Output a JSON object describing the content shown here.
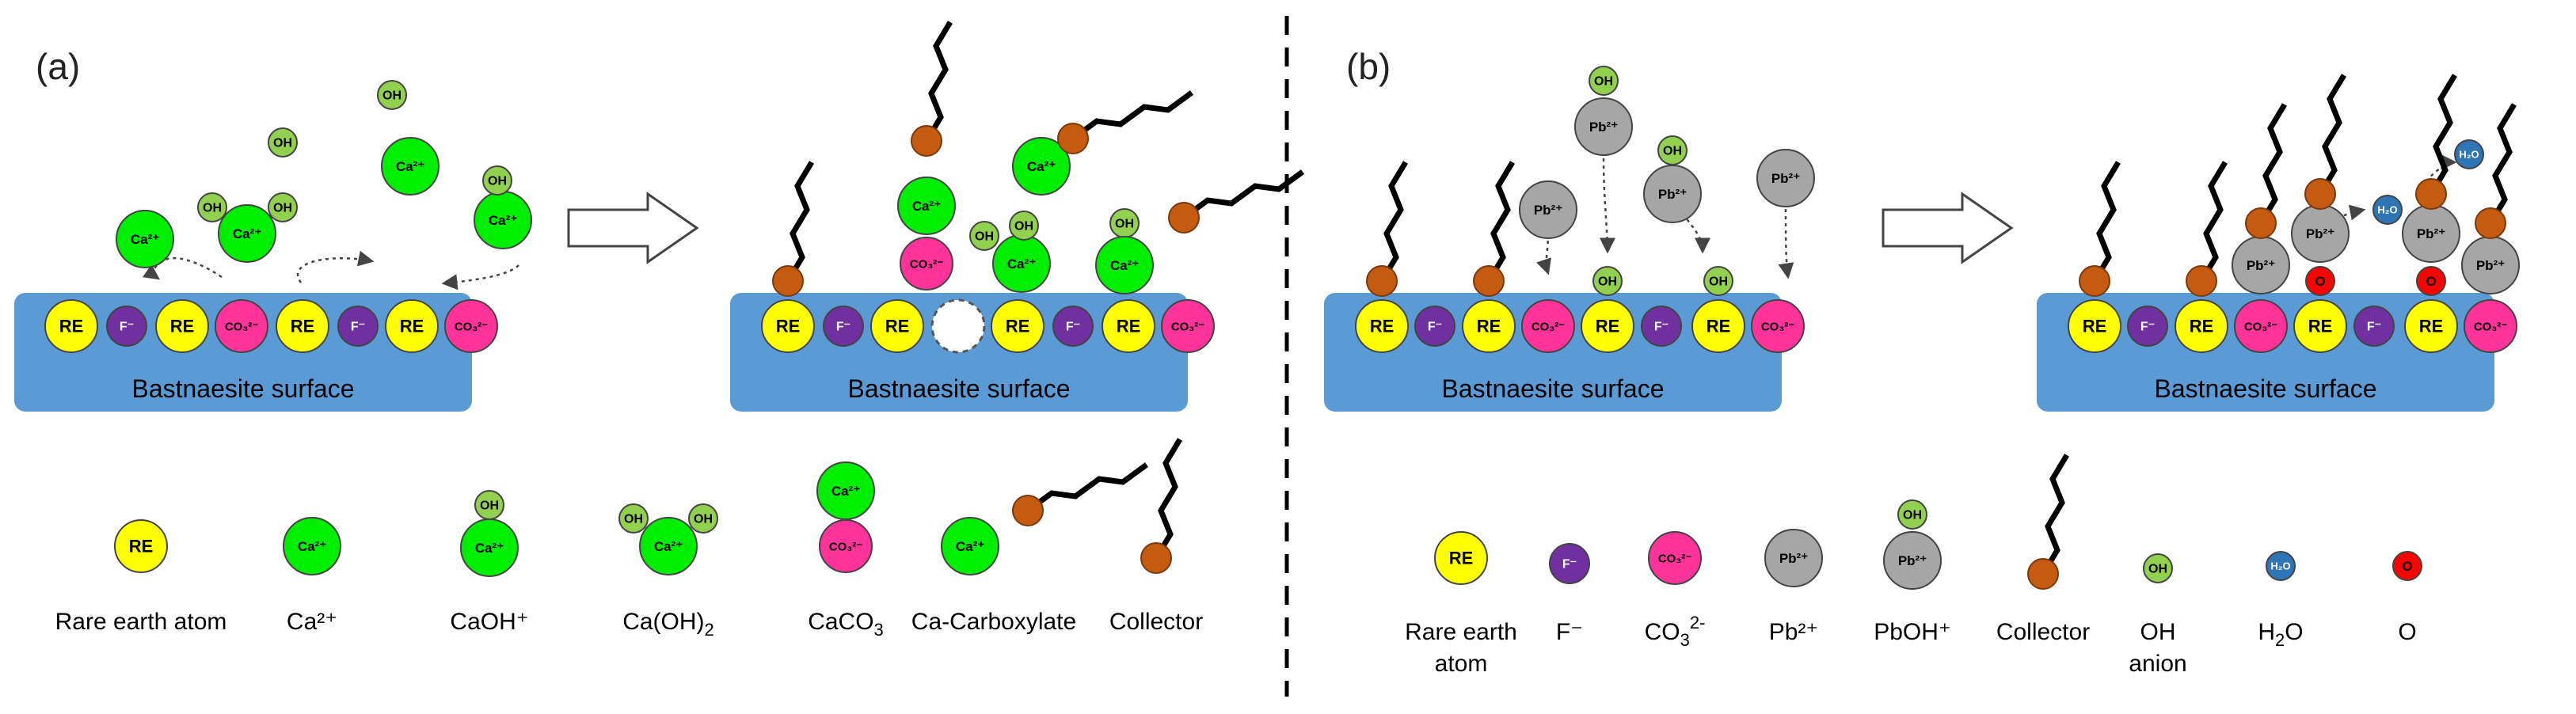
{
  "panel_a": {
    "tag": "(a)",
    "surface_label": "Bastnaesite surface",
    "legend": {
      "rare_earth_atom": "Rare earth atom",
      "ca": "Ca²⁺",
      "caoh": "CaOH⁺",
      "caoh2_prefix": "Ca(OH)",
      "caoh2_sub": "2",
      "caco3_prefix": "CaCO",
      "caco3_sub": "3",
      "ca_carboxylate": "Ca-Carboxylate",
      "collector": "Collector"
    }
  },
  "panel_b": {
    "tag": "(b)",
    "surface_label": "Bastnaesite surface",
    "legend": {
      "rare_earth_line1": "Rare earth",
      "rare_earth_line2": "atom",
      "f": "F⁻",
      "co3_prefix": "CO",
      "co3_sub": "3",
      "co3_sup": "2-",
      "pb": "Pb²⁺",
      "pboh": "PbOH⁺",
      "collector": "Collector",
      "oh_line1": "OH",
      "oh_line2": "anion",
      "h2o_prefix": "H",
      "h2o_sub": "2",
      "h2o_suffix": "O",
      "o": "O"
    }
  },
  "atoms": {
    "re": "RE",
    "f": "F⁻",
    "co3": "CO₃²⁻",
    "ca": "Ca²⁺",
    "oh": "OH",
    "pb": "Pb²⁺",
    "h2o": "H₂O",
    "o": "O"
  },
  "colors": {
    "surface": "#5B9BD5",
    "re": "#FFFF00",
    "f": "#7030A0",
    "co3": "#FF3399",
    "ca": "#00EE00",
    "oh": "#92D050",
    "pb": "#A6A6A6",
    "h2o": "#2E75B6",
    "o": "#FF0000",
    "collector_head": "#C55A11",
    "chain": "#000000"
  }
}
